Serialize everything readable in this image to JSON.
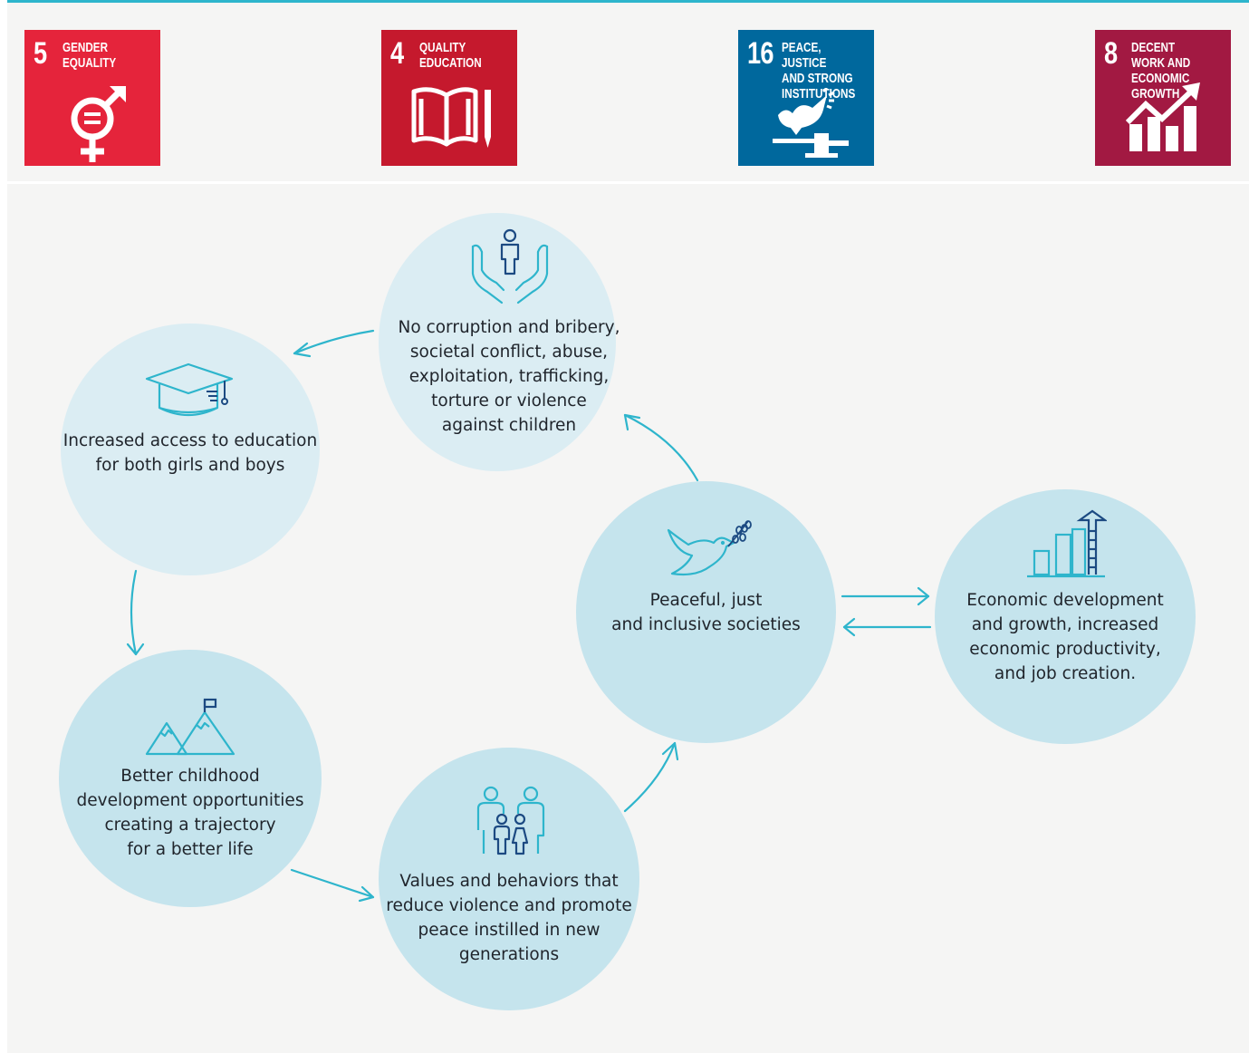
{
  "sdg_tiles": [
    {
      "number": "5",
      "label": "GENDER\nEQUALITY",
      "color": "#e5243b",
      "icon": "gender-equality-icon"
    },
    {
      "number": "4",
      "label": "QUALITY\nEDUCATION",
      "color": "#c5192d",
      "icon": "book-pencil-icon"
    },
    {
      "number": "16",
      "label": "PEACE, JUSTICE\nAND STRONG\nINSTITUTIONS",
      "color": "#00689d",
      "icon": "dove-gavel-icon"
    },
    {
      "number": "8",
      "label": "DECENT WORK AND\nECONOMIC GROWTH",
      "color": "#a21942",
      "icon": "growth-chart-icon"
    }
  ],
  "nodes": {
    "education": {
      "text": "Increased access to education\nfor both girls and boys",
      "icon": "graduation-cap-icon"
    },
    "no_corruption": {
      "text": "No corruption and bribery,\nsocietal conflict, abuse,\nexploitation, trafficking,\ntorture or violence\nagainst children",
      "icon": "hands-protecting-child-icon"
    },
    "childhood": {
      "text": "Better childhood\ndevelopment  opportunities\ncreating a trajectory\nfor a better life",
      "icon": "mountains-flag-icon"
    },
    "values": {
      "text": "Values and behaviors that\nreduce violence and promote\npeace instilled in new\ngenerations",
      "icon": "family-icon"
    },
    "peaceful": {
      "text": "Peaceful, just\nand inclusive societies",
      "icon": "dove-icon"
    },
    "economic": {
      "text": "Economic development\nand growth, increased\neconomic productivity,\nand job creation.",
      "icon": "bar-chart-growth-icon"
    }
  },
  "colors": {
    "accent": "#2eb5cc",
    "circle": "#c5e4ed",
    "circle_light": "#dbedf3",
    "icon_dark": "#1c4a82",
    "background": "#f5f5f4"
  }
}
